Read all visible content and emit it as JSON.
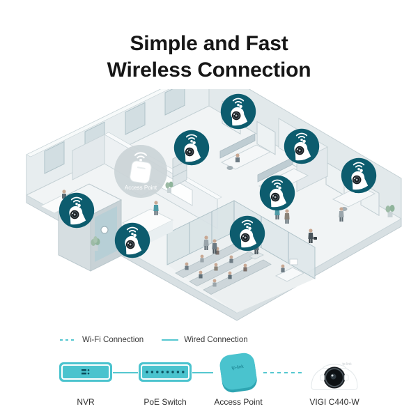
{
  "title": {
    "line1": "Simple and Fast",
    "line2": "Wireless Connection"
  },
  "illustration": {
    "access_point_label": "Access Point",
    "wireless_camera_count": 8
  },
  "legend": {
    "wifi_label": "Wi-Fi Connection",
    "wired_label": "Wired Connection",
    "devices": [
      {
        "label": "NVR"
      },
      {
        "label": "PoE Switch"
      },
      {
        "label": "Access Point"
      },
      {
        "label": "VIGI C440-W"
      }
    ],
    "tp_link_logo": "tp-link"
  },
  "colors": {
    "accent_teal": "#4AC3CE",
    "badge_teal": "#0D5C6E",
    "device_detail_dark": "#0B4F5E",
    "title_text": "#161616",
    "label_text": "#2E2E2E"
  }
}
